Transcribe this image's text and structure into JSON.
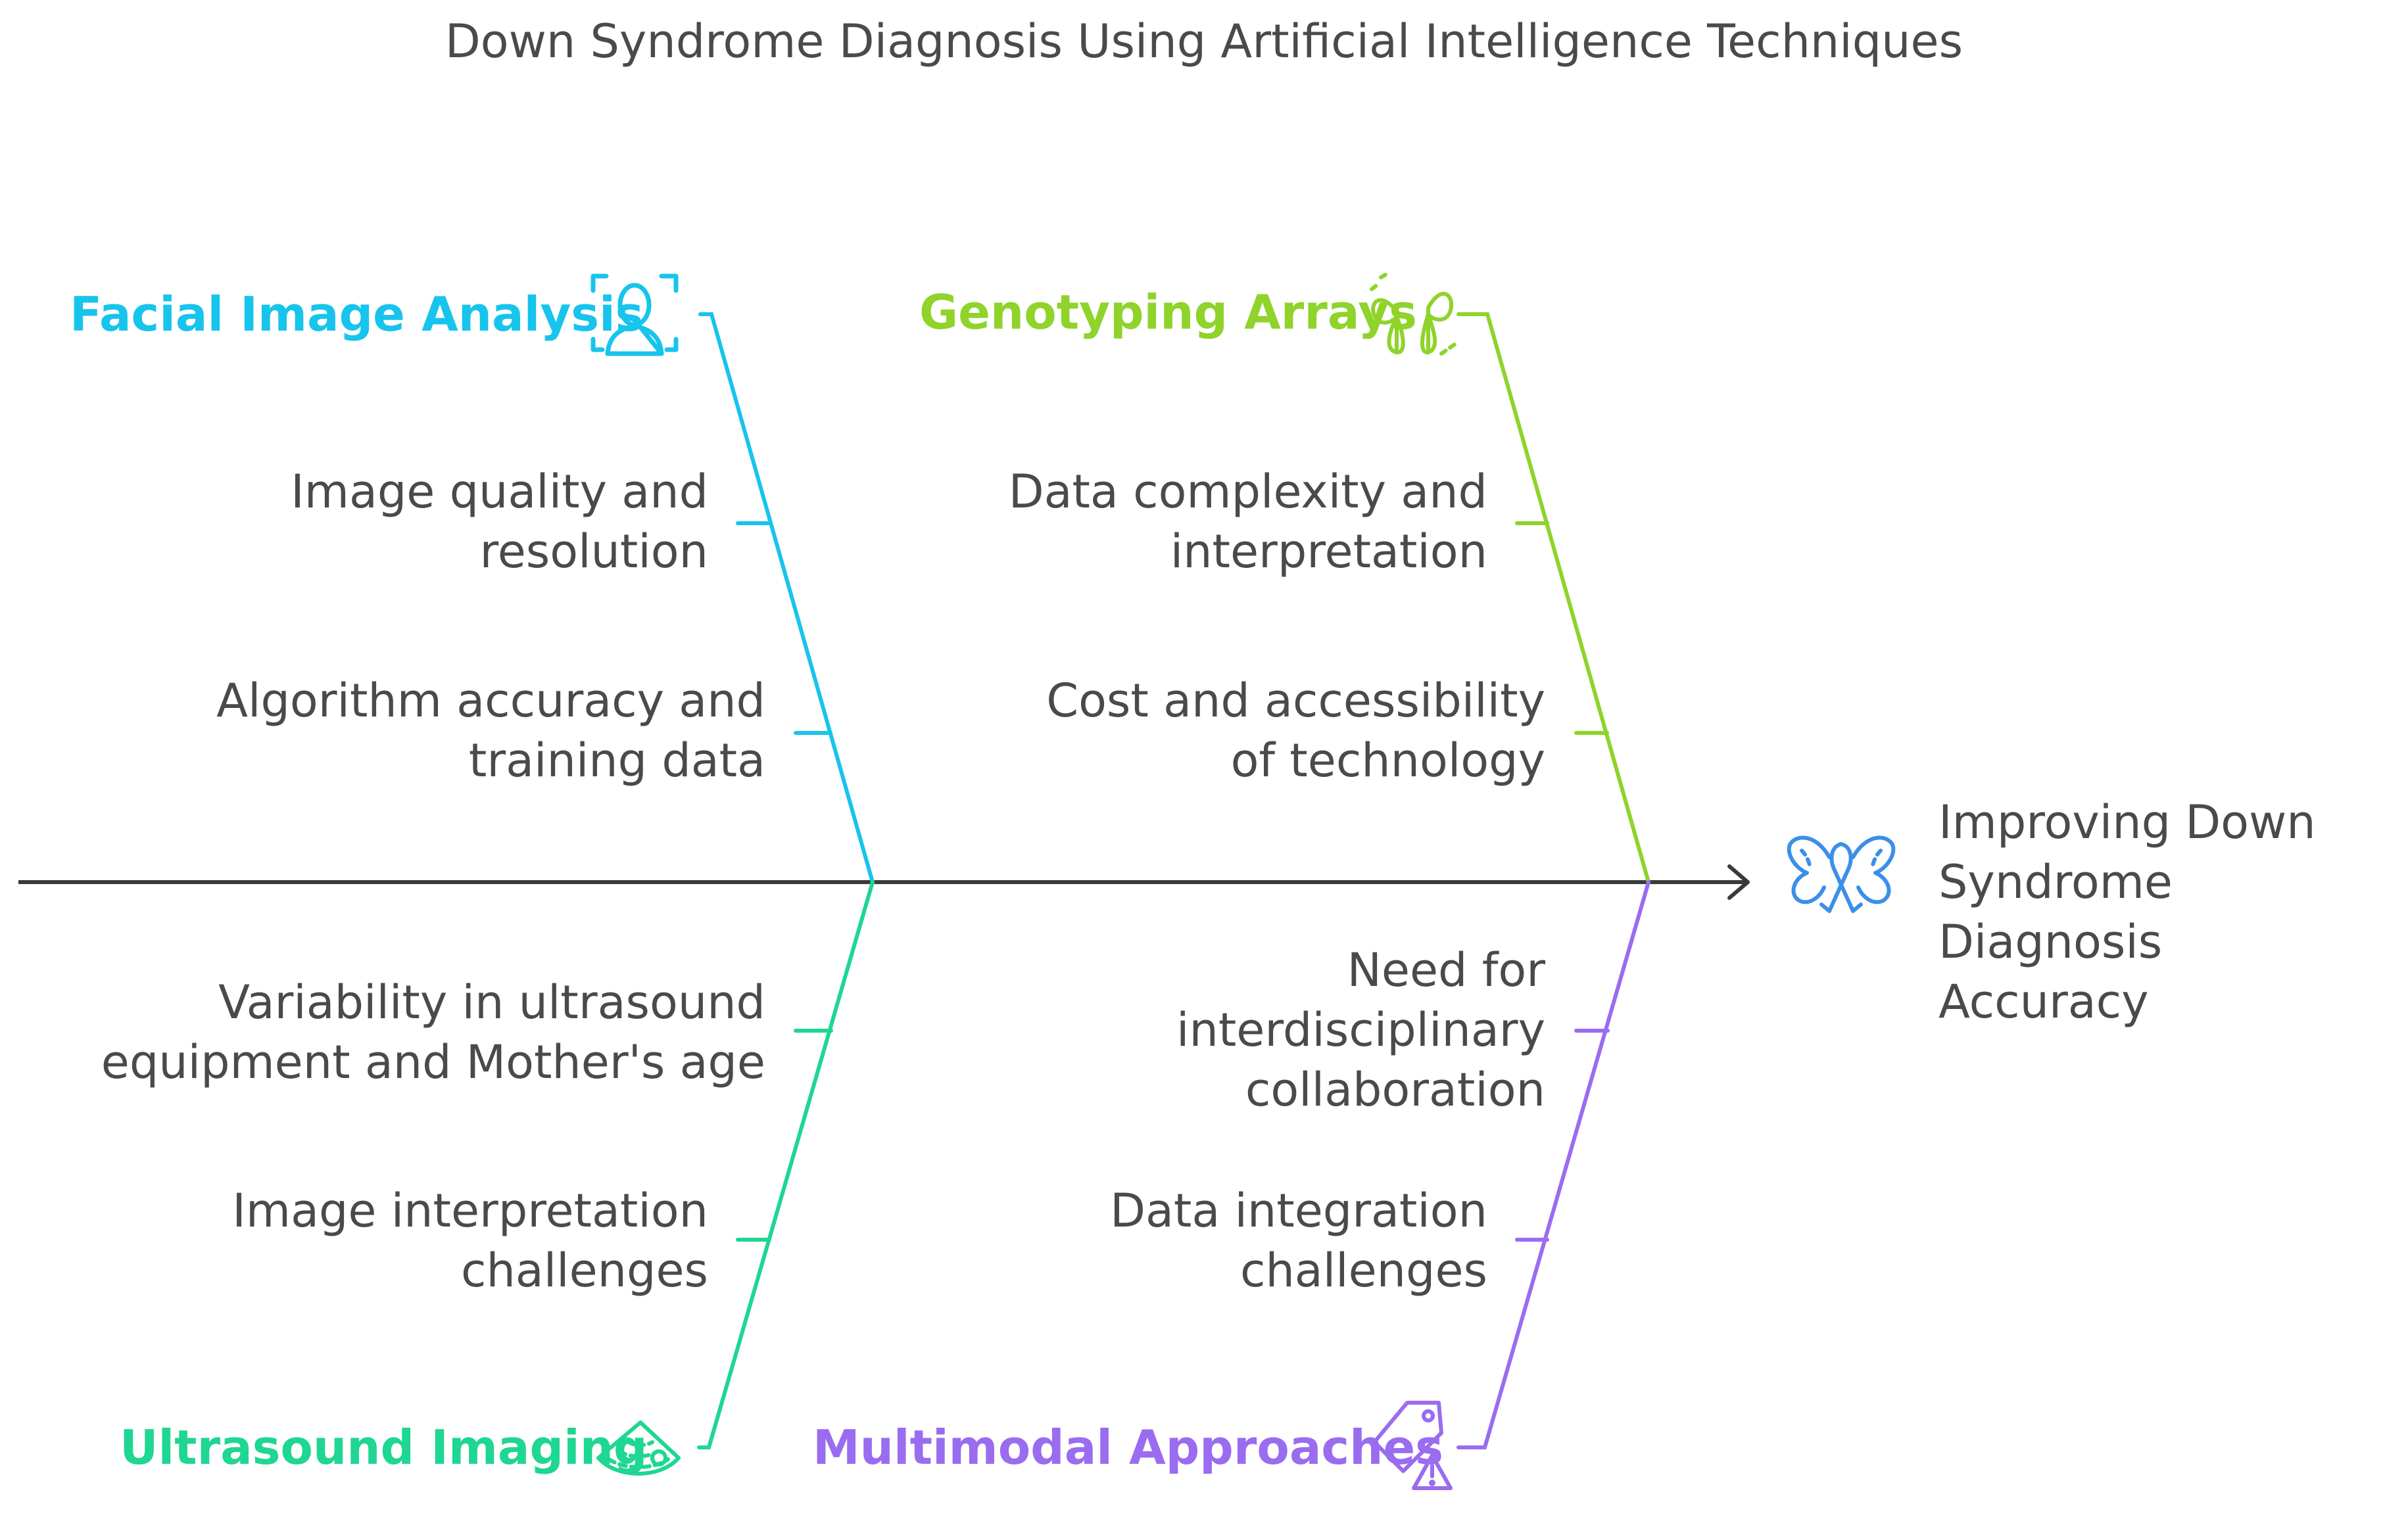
{
  "title": "Down Syndrome Diagnosis Using Artificial Intelligence Techniques",
  "effect": {
    "text": "Improving Down\nSyndrome Diagnosis\nAccuracy",
    "icon": "ribbon-butterfly-icon",
    "color": "#3b8fe8"
  },
  "categories": [
    {
      "label": "Facial Image Analysis",
      "icon": "face-scan-icon",
      "color": "#17c4ec",
      "causes": [
        "Image quality and\nresolution",
        "Algorithm accuracy and\ntraining data"
      ]
    },
    {
      "label": "Genotyping Arrays",
      "icon": "butterfly-icon",
      "color": "#8fd32b",
      "causes": [
        "Data complexity and\ninterpretation",
        "Cost and accessibility\nof technology"
      ]
    },
    {
      "label": "Ultrasound Imaging",
      "icon": "ultrasound-scan-icon",
      "color": "#1fd692",
      "causes": [
        "Variability in ultrasound\nequipment and Mother's age",
        "Image interpretation\nchallenges"
      ]
    },
    {
      "label": "Multimodal Approaches",
      "icon": "tag-warning-icon",
      "color": "#9a6cf0",
      "causes": [
        "Need for\ninterdisciplinary\ncollaboration",
        "Data integration\nchallenges"
      ]
    }
  ],
  "spine_color": "#3a3a3a"
}
